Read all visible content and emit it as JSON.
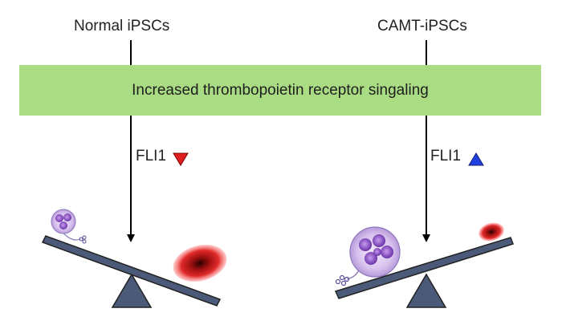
{
  "diagram": {
    "left_title": "Normal iPSCs",
    "right_title": "CAMT-iPSCs",
    "banner_text": "Increased thrombopoietin receptor singaling",
    "left_marker": "FLI1",
    "right_marker": "FLI1",
    "left_marker_direction": "down",
    "right_marker_direction": "up",
    "colors": {
      "banner": "#a9dc83",
      "beam": "#4a5a78",
      "down_triangle": "#e02020",
      "up_triangle": "#2040e0",
      "megakaryocyte": "#9a64c8",
      "erythrocyte": "#c01818"
    }
  }
}
